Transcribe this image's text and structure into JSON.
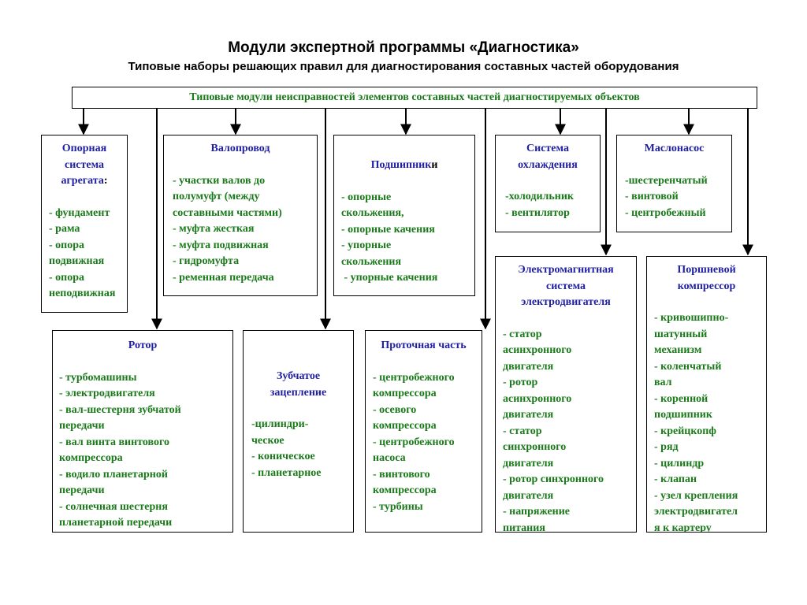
{
  "title": "Модули экспертной программы «Диагностика»",
  "subtitle": "Типовые наборы решающих правил для диагностирования составных частей оборудования",
  "top_box": "Типовые модули неисправностей элементов составных частей диагностируемых объектов",
  "colors": {
    "heading": "#1f1fa3",
    "items": "#1a7a1a",
    "lines": "#000000"
  },
  "boxes": {
    "support": {
      "h1": "Опорная",
      "h2": "система",
      "h3a": "агрегата",
      "h3b": ":",
      "i1": "- фундамент",
      "i2": "- рама",
      "i3": "- опора",
      "i4": "подвижная",
      "i5": "- опора",
      "i6": "неподвижная"
    },
    "shaft": {
      "h1": "Валопровод",
      "i1": "- участки валов до",
      "i2": "полумуфт (между",
      "i3": "составными частями)",
      "i4": "- муфта жесткая",
      "i5": "- муфта подвижная",
      "i6": "- гидромуфта",
      "i7": "- ременная передача"
    },
    "bearings": {
      "h1a": "Подшипник",
      "h1b": "и",
      "i1": "- опорные",
      "i2": "скольжения,",
      "i3": "- опорные качения",
      "i4": "- упорные",
      "i5": "скольжения",
      "i6": " - упорные качения"
    },
    "cooling": {
      "h1": "Система",
      "h2": "охлаждения",
      "i1": "-холодильник",
      "i2": "- вентилятор"
    },
    "oilpump": {
      "h1": "Маслонасос",
      "i1": "-шестеренчатый",
      "i2": "- винтовой",
      "i3": "- центробежный"
    },
    "rotor": {
      "h1": "Ротор",
      "i1": "- турбомашины",
      "i2": "- электродвигателя",
      "i3": "- вал-шестерня зубчатой",
      "i4": "передачи",
      "i5": "- вал винта винтового",
      "i6": "компрессора",
      "i7": "- водило планетарной",
      "i8": "передачи",
      "i9": "- солнечная шестерня",
      "i10": "планетарной передачи"
    },
    "gear": {
      "h1": "Зубчатое",
      "h2": "зацепление",
      "i1": "-цилиндри-",
      "i2": "ческое",
      "i3": "- коническое",
      "i4": "- планетарное"
    },
    "flow": {
      "h1": "Проточная часть",
      "i1": "- центробежного",
      "i2": "компрессора",
      "i3": "- осевого",
      "i4": "компрессора",
      "i5": "- центробежного",
      "i6": "насоса",
      "i7": "- винтового",
      "i8": "компрессора",
      "i9": "- турбины"
    },
    "motor": {
      "h1": "Электромагнитная",
      "h2": "система",
      "h3": "электродвигателя",
      "i1": "- статор",
      "i2": "асинхронного",
      "i3": "двигателя",
      "i4": "- ротор",
      "i5": "асинхронного",
      "i6": "двигателя",
      "i7": "- статор",
      "i8": "синхронного",
      "i9": "двигателя",
      "i10": "- ротор синхронного",
      "i11": "двигателя",
      "i12": "- напряжение",
      "i13": "питания"
    },
    "piston": {
      "h1": "Поршневой",
      "h2": "компрессор",
      "i1": "- кривошипно-",
      "i2": "шатунный",
      "i3": "механизм",
      "i4": "- коленчатый",
      "i5": "вал",
      "i6": "- коренной",
      "i7": "подшипник",
      "i8": "- крейцкопф",
      "i9": "- ряд",
      "i10": "- цилиндр",
      "i11": "- клапан",
      "i12": "- узел крепления",
      "i13": "электродвигател",
      "i14": "я к картеру"
    }
  }
}
